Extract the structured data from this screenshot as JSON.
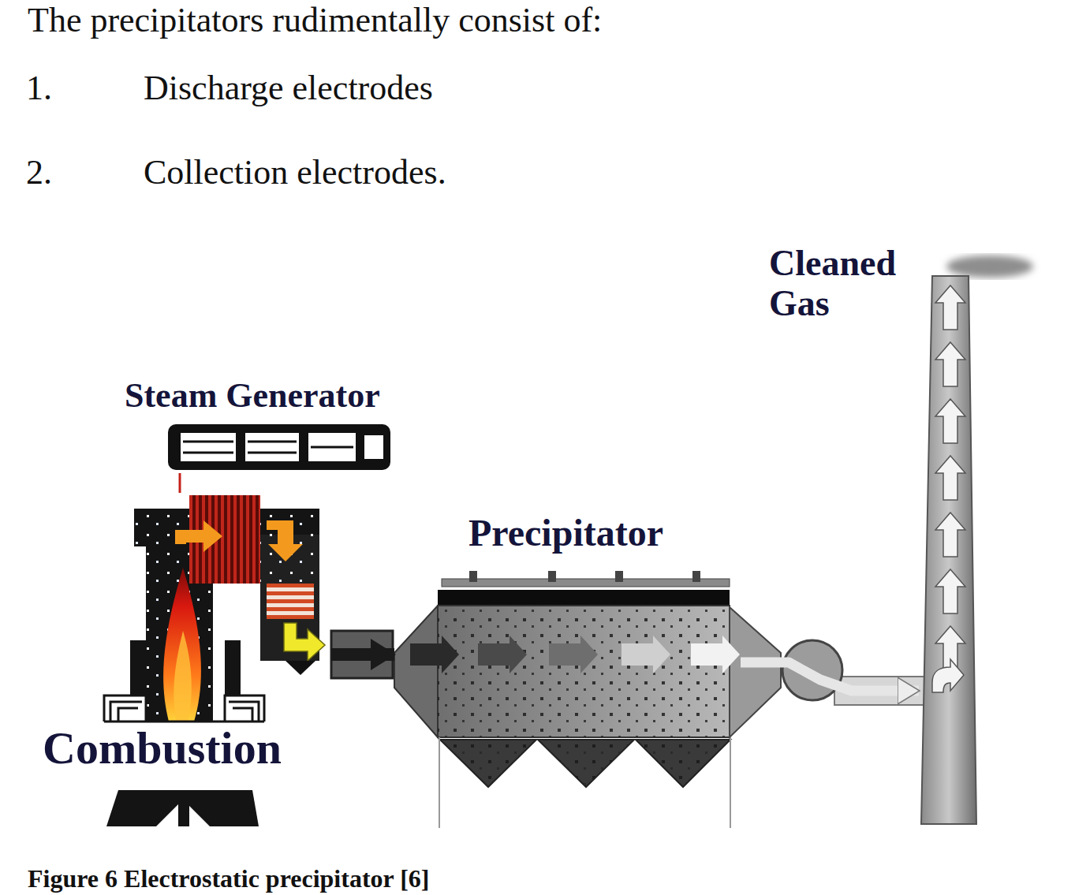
{
  "diagram": {
    "caption": "Figure 6 Electrostatic precipitator [6]",
    "nodes": [
      {
        "text": [
          "Cleaned Gas"
        ]
      },
      {
        "text": [
          "Steam Generator"
        ]
      },
      {
        "text": [
          "Precipitator"
        ]
      },
      {
        "text": [
          "Combustion"
        ]
      }
    ],
    "edges": [
      {
        "from": 3,
        "to": 2,
        "arrow": "to"
      },
      {
        "from": 2,
        "to": 0,
        "arrow": "to"
      },
      {
        "from": 1,
        "to": 3,
        "arrow": "none"
      }
    ],
    "labels": [
      "The precipitators rudimentally consist of:",
      "1.",
      "Discharge electrodes",
      "2.",
      "Collection electrodes."
    ]
  }
}
